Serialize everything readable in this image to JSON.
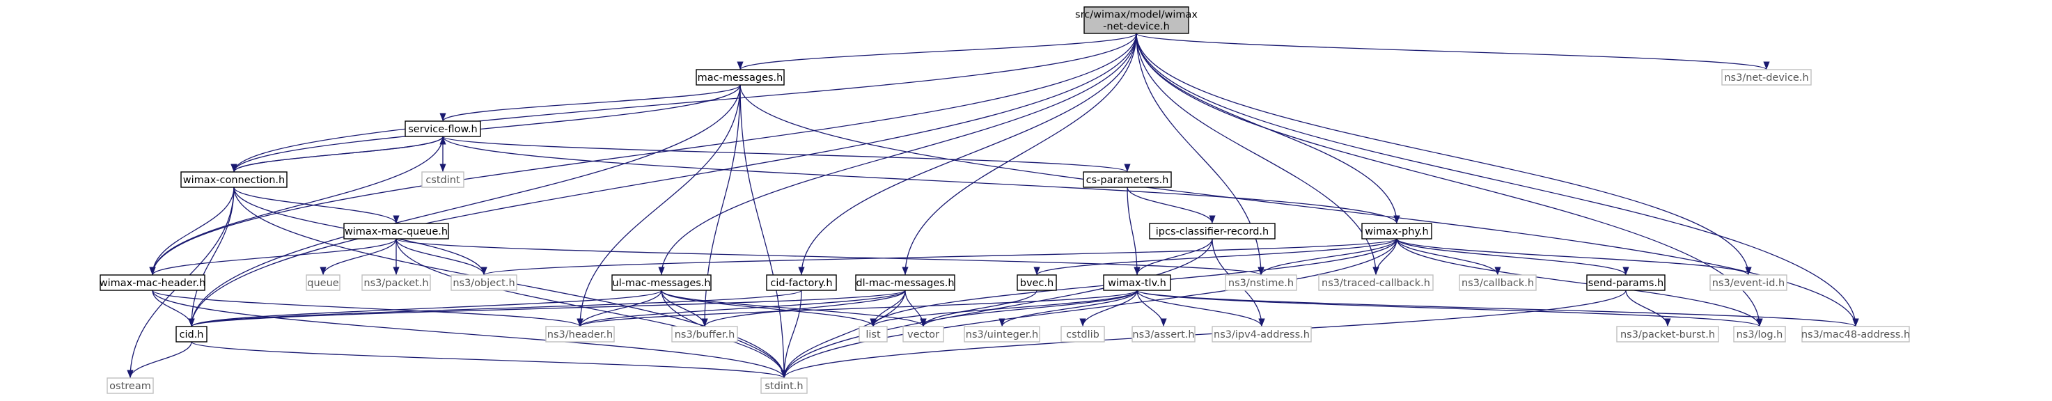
{
  "colors": {
    "edge": "#191970",
    "root_fill": "#bfbfbf",
    "local_border": "#000000",
    "external_border": "#bfbfbf",
    "local_text": "#000000",
    "external_text": "#555555"
  },
  "nodes": [
    {
      "id": "root",
      "lines": [
        "src/wimax/model/wimax",
        "-net-device.h"
      ],
      "kind": "root"
    },
    {
      "id": "net-device",
      "lines": [
        "ns3/net-device.h"
      ],
      "kind": "external"
    },
    {
      "id": "mac-messages",
      "lines": [
        "mac-messages.h"
      ],
      "kind": "local"
    },
    {
      "id": "service-flow",
      "lines": [
        "service-flow.h"
      ],
      "kind": "local"
    },
    {
      "id": "cstdint",
      "lines": [
        "cstdint"
      ],
      "kind": "external"
    },
    {
      "id": "wimax-connection",
      "lines": [
        "wimax-connection.h"
      ],
      "kind": "local"
    },
    {
      "id": "cs-parameters",
      "lines": [
        "cs-parameters.h"
      ],
      "kind": "local"
    },
    {
      "id": "ipcs",
      "lines": [
        "ipcs-classifier-record.h"
      ],
      "kind": "local"
    },
    {
      "id": "wimax-mac-queue",
      "lines": [
        "wimax-mac-queue.h"
      ],
      "kind": "local"
    },
    {
      "id": "wimax-phy",
      "lines": [
        "wimax-phy.h"
      ],
      "kind": "local"
    },
    {
      "id": "wimax-mac-header",
      "lines": [
        "wimax-mac-header.h"
      ],
      "kind": "local"
    },
    {
      "id": "queue",
      "lines": [
        "queue"
      ],
      "kind": "external"
    },
    {
      "id": "packet",
      "lines": [
        "ns3/packet.h"
      ],
      "kind": "external"
    },
    {
      "id": "object",
      "lines": [
        "ns3/object.h"
      ],
      "kind": "external"
    },
    {
      "id": "ul-mac-messages",
      "lines": [
        "ul-mac-messages.h"
      ],
      "kind": "local"
    },
    {
      "id": "cid-factory",
      "lines": [
        "cid-factory.h"
      ],
      "kind": "local"
    },
    {
      "id": "dl-mac-messages",
      "lines": [
        "dl-mac-messages.h"
      ],
      "kind": "local"
    },
    {
      "id": "bvec",
      "lines": [
        "bvec.h"
      ],
      "kind": "local"
    },
    {
      "id": "wimax-tlv",
      "lines": [
        "wimax-tlv.h"
      ],
      "kind": "local"
    },
    {
      "id": "nstime",
      "lines": [
        "ns3/nstime.h"
      ],
      "kind": "external"
    },
    {
      "id": "traced-callback",
      "lines": [
        "ns3/traced-callback.h"
      ],
      "kind": "external"
    },
    {
      "id": "callback",
      "lines": [
        "ns3/callback.h"
      ],
      "kind": "external"
    },
    {
      "id": "send-params",
      "lines": [
        "send-params.h"
      ],
      "kind": "local"
    },
    {
      "id": "event-id",
      "lines": [
        "ns3/event-id.h"
      ],
      "kind": "external"
    },
    {
      "id": "cid",
      "lines": [
        "cid.h"
      ],
      "kind": "local"
    },
    {
      "id": "header",
      "lines": [
        "ns3/header.h"
      ],
      "kind": "external"
    },
    {
      "id": "buffer",
      "lines": [
        "ns3/buffer.h"
      ],
      "kind": "external"
    },
    {
      "id": "list",
      "lines": [
        "list"
      ],
      "kind": "external"
    },
    {
      "id": "vector",
      "lines": [
        "vector"
      ],
      "kind": "external"
    },
    {
      "id": "uinteger",
      "lines": [
        "ns3/uinteger.h"
      ],
      "kind": "external"
    },
    {
      "id": "cstdlib",
      "lines": [
        "cstdlib"
      ],
      "kind": "external"
    },
    {
      "id": "assert",
      "lines": [
        "ns3/assert.h"
      ],
      "kind": "external"
    },
    {
      "id": "ipv4-address",
      "lines": [
        "ns3/ipv4-address.h"
      ],
      "kind": "external"
    },
    {
      "id": "packet-burst",
      "lines": [
        "ns3/packet-burst.h"
      ],
      "kind": "external"
    },
    {
      "id": "log",
      "lines": [
        "ns3/log.h"
      ],
      "kind": "external"
    },
    {
      "id": "mac48-address",
      "lines": [
        "ns3/mac48-address.h"
      ],
      "kind": "external"
    },
    {
      "id": "ostream",
      "lines": [
        "ostream"
      ],
      "kind": "external"
    },
    {
      "id": "stdint",
      "lines": [
        "stdint.h"
      ],
      "kind": "external"
    }
  ],
  "edges": [
    [
      "root",
      "net-device"
    ],
    [
      "root",
      "mac-messages"
    ],
    [
      "root",
      "wimax-connection"
    ],
    [
      "root",
      "wimax-mac-header"
    ],
    [
      "root",
      "cid"
    ],
    [
      "root",
      "ul-mac-messages"
    ],
    [
      "root",
      "cid-factory"
    ],
    [
      "root",
      "dl-mac-messages"
    ],
    [
      "root",
      "wimax-phy"
    ],
    [
      "root",
      "nstime"
    ],
    [
      "root",
      "traced-callback"
    ],
    [
      "root",
      "event-id"
    ],
    [
      "root",
      "log"
    ],
    [
      "root",
      "mac48-address"
    ],
    [
      "mac-messages",
      "service-flow"
    ],
    [
      "mac-messages",
      "wimax-connection"
    ],
    [
      "mac-messages",
      "cid"
    ],
    [
      "mac-messages",
      "header"
    ],
    [
      "mac-messages",
      "buffer"
    ],
    [
      "mac-messages",
      "mac48-address"
    ],
    [
      "mac-messages",
      "stdint"
    ],
    [
      "service-flow",
      "cstdint"
    ],
    [
      "service-flow",
      "wimax-connection"
    ],
    [
      "service-flow",
      "cs-parameters"
    ],
    [
      "service-flow",
      "wimax-mac-header"
    ],
    [
      "service-flow",
      "wimax-phy"
    ],
    [
      "wimax-connection",
      "service-flow"
    ],
    [
      "wimax-connection",
      "wimax-mac-queue"
    ],
    [
      "wimax-connection",
      "wimax-mac-header"
    ],
    [
      "wimax-connection",
      "cid"
    ],
    [
      "wimax-connection",
      "object"
    ],
    [
      "wimax-connection",
      "ostream"
    ],
    [
      "wimax-connection",
      "stdint"
    ],
    [
      "cs-parameters",
      "ipcs"
    ],
    [
      "cs-parameters",
      "wimax-tlv"
    ],
    [
      "ipcs",
      "wimax-tlv"
    ],
    [
      "ipcs",
      "ipv4-address"
    ],
    [
      "ipcs",
      "stdint"
    ],
    [
      "wimax-mac-queue",
      "wimax-mac-header"
    ],
    [
      "wimax-mac-queue",
      "queue"
    ],
    [
      "wimax-mac-queue",
      "packet"
    ],
    [
      "wimax-mac-queue",
      "object"
    ],
    [
      "wimax-mac-queue",
      "nstime"
    ],
    [
      "wimax-mac-queue",
      "stdint"
    ],
    [
      "wimax-phy",
      "bvec"
    ],
    [
      "wimax-phy",
      "send-params"
    ],
    [
      "wimax-phy",
      "object"
    ],
    [
      "wimax-phy",
      "nstime"
    ],
    [
      "wimax-phy",
      "traced-callback"
    ],
    [
      "wimax-phy",
      "callback"
    ],
    [
      "wimax-phy",
      "event-id"
    ],
    [
      "wimax-phy",
      "list"
    ],
    [
      "wimax-phy",
      "log"
    ],
    [
      "wimax-phy",
      "stdint"
    ],
    [
      "wimax-mac-header",
      "cid"
    ],
    [
      "wimax-mac-header",
      "header"
    ],
    [
      "wimax-mac-header",
      "stdint"
    ],
    [
      "ul-mac-messages",
      "cid"
    ],
    [
      "ul-mac-messages",
      "header"
    ],
    [
      "ul-mac-messages",
      "buffer"
    ],
    [
      "ul-mac-messages",
      "list"
    ],
    [
      "ul-mac-messages",
      "vector"
    ],
    [
      "ul-mac-messages",
      "stdint"
    ],
    [
      "cid-factory",
      "cid"
    ],
    [
      "cid-factory",
      "stdint"
    ],
    [
      "dl-mac-messages",
      "cid"
    ],
    [
      "dl-mac-messages",
      "header"
    ],
    [
      "dl-mac-messages",
      "buffer"
    ],
    [
      "dl-mac-messages",
      "list"
    ],
    [
      "dl-mac-messages",
      "vector"
    ],
    [
      "dl-mac-messages",
      "stdint"
    ],
    [
      "bvec",
      "vector"
    ],
    [
      "wimax-tlv",
      "header"
    ],
    [
      "wimax-tlv",
      "list"
    ],
    [
      "wimax-tlv",
      "vector"
    ],
    [
      "wimax-tlv",
      "uinteger"
    ],
    [
      "wimax-tlv",
      "cstdlib"
    ],
    [
      "wimax-tlv",
      "assert"
    ],
    [
      "wimax-tlv",
      "ipv4-address"
    ],
    [
      "wimax-tlv",
      "mac48-address"
    ],
    [
      "wimax-tlv",
      "log"
    ],
    [
      "send-params",
      "packet-burst"
    ],
    [
      "send-params",
      "stdint"
    ],
    [
      "cid",
      "ostream"
    ],
    [
      "cid",
      "stdint"
    ]
  ]
}
